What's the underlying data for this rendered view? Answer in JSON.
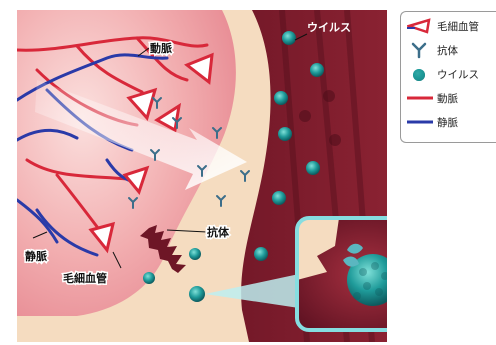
{
  "labels": {
    "artery": "動脈",
    "vein": "静脈",
    "capillary": "毛細血管",
    "antibody": "抗体",
    "virus": "ウイルス"
  },
  "legend": {
    "items": [
      {
        "label": "毛細血管",
        "icon": "capillary-icon"
      },
      {
        "label": "抗体",
        "icon": "antibody-icon"
      },
      {
        "label": "ウイルス",
        "icon": "virus-icon"
      },
      {
        "label": "動脈",
        "icon": "artery-line-icon"
      },
      {
        "label": "静脈",
        "icon": "vein-line-icon"
      }
    ]
  },
  "colors": {
    "artery": "#d8283a",
    "vein": "#2a3aa8",
    "virus": "#1f9b9a",
    "antibody": "#3c6e8a",
    "tissue_pink": "#f3b6b3",
    "cream": "#f5dcc0",
    "maroon": "#7a1c2c",
    "inset_border": "#86dde0"
  }
}
